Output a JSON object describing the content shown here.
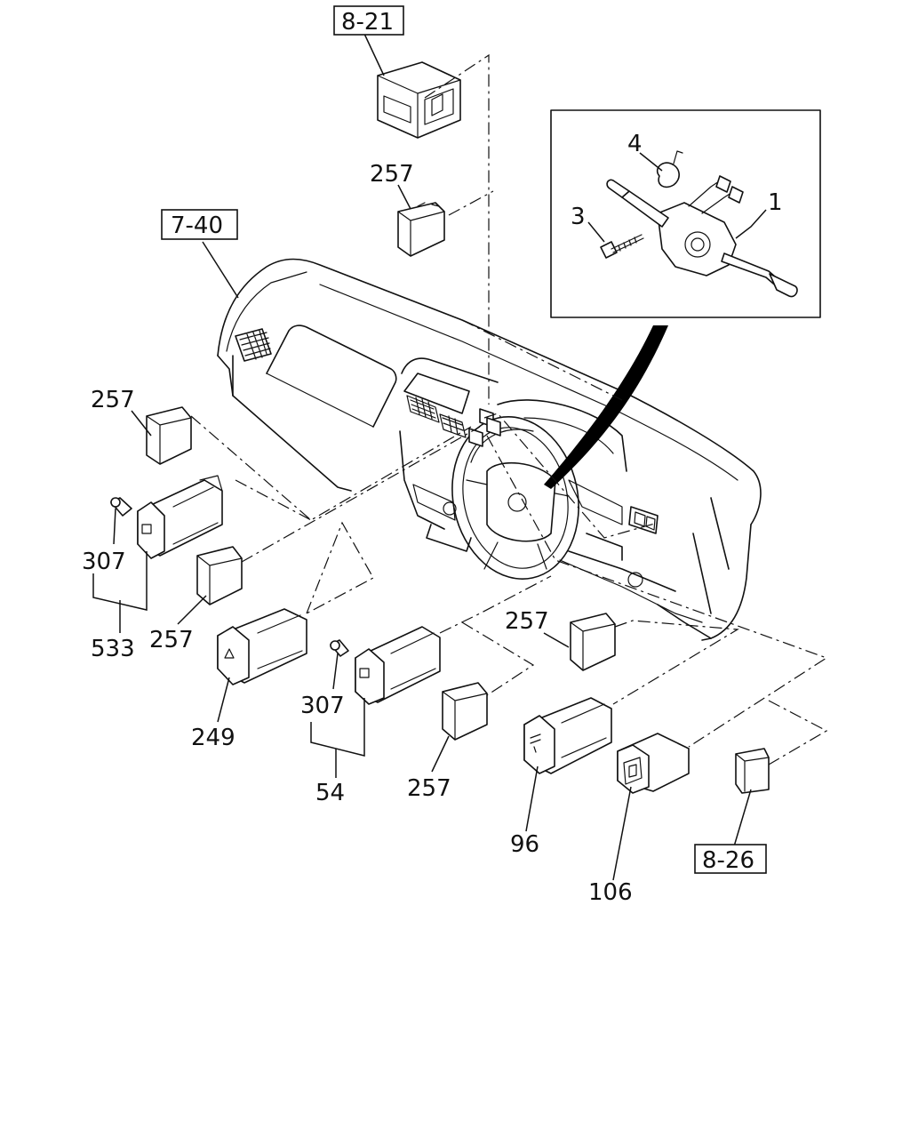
{
  "colors": {
    "line": "#111111",
    "background": "#ffffff"
  },
  "references": {
    "r_8_21": "8-21",
    "r_7_40": "7-40",
    "r_8_26": "8-26"
  },
  "labels": {
    "l_257_top": "257",
    "l_257_left": "257",
    "l_257_mid": "257",
    "l_257_center": "257",
    "l_257_right": "257",
    "l_307_left": "307",
    "l_307_center": "307",
    "l_533": "533",
    "l_249": "249",
    "l_54": "54",
    "l_96": "96",
    "l_106": "106",
    "l_1": "1",
    "l_3": "3",
    "l_4": "4"
  }
}
